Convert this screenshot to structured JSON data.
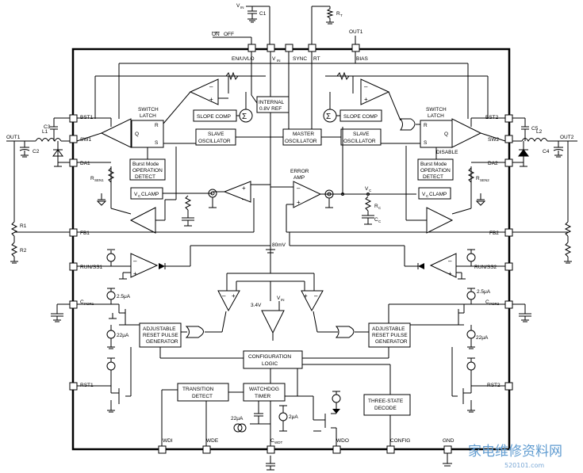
{
  "title": "",
  "pins_top": [
    "EN/UVLO",
    "V",
    "IN",
    "SYNC",
    "RT",
    "BIAS",
    "OUT1"
  ],
  "pins_left": [
    "BST1",
    "SW1",
    "DA1",
    "FB1",
    "RUN/SS1",
    "C",
    "POR1",
    "RST1"
  ],
  "pins_right": [
    "BST2",
    "SW2",
    "DA2",
    "FB2",
    "RUN/SS2",
    "C",
    "POR2",
    "RST2"
  ],
  "pins_bottom": [
    "WDI",
    "WDE",
    "C",
    "WDT",
    "WDO",
    "CONFIG",
    "GND"
  ],
  "ext_labels": {
    "vin_top": "V",
    "vin_top_sub": "IN",
    "c1": "C1",
    "rt": "R",
    "rt_sub": "T",
    "on_off_on": "ON",
    "on_off_off": "OFF",
    "out1_top": "OUT1",
    "out1": "OUT1",
    "out2": "OUT2",
    "c2": "C2",
    "c3": "C3",
    "c4": "C4",
    "c5": "C5",
    "l1": "L1",
    "l2": "L2",
    "r1": "R1",
    "r2": "R2",
    "rsen1": "R",
    "rsen1_sub": "SEN1",
    "rsen2": "R",
    "rsen2_sub": "SEN2",
    "vc": "V",
    "vc_sub": "C",
    "rc": "R",
    "rc_sub": "C",
    "cc": "C",
    "cc_sub": "C",
    "i25_1": "2.5μA",
    "i22_1": "22μA",
    "i25_2": "2.5μA",
    "i22_2": "22μA",
    "i22_wd": "22μA",
    "i2_wd": "2μA",
    "v80": "80mV",
    "v34": "3.4V",
    "vin_mid": "V",
    "vin_mid_sub": "IN",
    "error_amp": [
      "ERROR",
      "AMP"
    ],
    "disable": "DISABLE",
    "plus": "+",
    "minus": "–",
    "sigma": "Σ",
    "r_pin": "R",
    "s_pin": "S",
    "q_pin": "Q"
  },
  "blocks": {
    "internal_ref": [
      "INTERNAL",
      "0.8V REF"
    ],
    "slope_comp_1": "SLOPE COMP",
    "slope_comp_2": "SLOPE COMP",
    "switch_latch_1": [
      "SWITCH",
      "LATCH"
    ],
    "switch_latch_2": [
      "SWITCH",
      "LATCH"
    ],
    "slave_osc_1": [
      "SLAVE",
      "OSCILLATOR"
    ],
    "slave_osc_2": [
      "SLAVE",
      "OSCILLATOR"
    ],
    "master_osc": [
      "MASTER",
      "OSCILLATOR"
    ],
    "burst_1": [
      "Burst Mode",
      "OPERATION",
      "DETECT"
    ],
    "burst_2": [
      "Burst Mode",
      "OPERATION",
      "DETECT"
    ],
    "vc_clamp_1": [
      "V",
      "C",
      " CLAMP"
    ],
    "vc_clamp_2": [
      "V",
      "C",
      " CLAMP"
    ],
    "reset_gen_1": [
      "ADJUSTABLE",
      "RESET PULSE",
      "GENERATOR"
    ],
    "reset_gen_2": [
      "ADJUSTABLE",
      "RESET PULSE",
      "GENERATOR"
    ],
    "config_logic": [
      "CONFIGURATION",
      "LOGIC"
    ],
    "transition_detect": [
      "TRANSITION",
      "DETECT"
    ],
    "watchdog": [
      "WATCHDOG",
      "TIMER"
    ],
    "three_state": [
      "THREE-STATE",
      "DECODE"
    ]
  },
  "watermark": {
    "cn": "家电维修资料网",
    "url": "520101.com"
  }
}
